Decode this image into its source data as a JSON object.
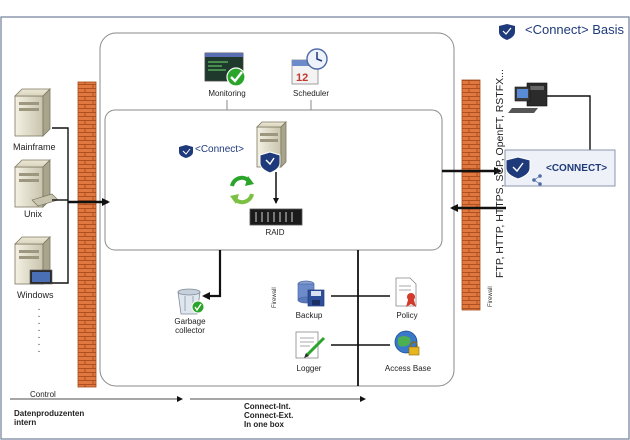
{
  "brand": {
    "text": "<Connect> Basis"
  },
  "inner_brand": {
    "text": "<Connect>"
  },
  "remote_brand": {
    "text": "<CONNECT>"
  },
  "sources": [
    "Mainframe",
    "Unix",
    "Windows"
  ],
  "modules": {
    "monitoring": "Monitoring",
    "scheduler": "Scheduler",
    "raid": "RAID",
    "garbage": [
      "Garbage",
      "collector"
    ],
    "backup": "Backup",
    "policy": "Policy",
    "logger": "Logger",
    "access_base": "Access Base"
  },
  "firewall_label": "Firewall",
  "protocols": "FTP, HTTP, HTTPS, SCP, OpenFT, RSTFX...",
  "bottom": {
    "control": "Control",
    "producers": [
      "Datenproduzenten",
      "intern"
    ],
    "box": [
      "Connect-Int.",
      "Connect-Ext.",
      "In one box"
    ]
  },
  "colors": {
    "accent": "#1f3a7a",
    "brick": "#e07840",
    "brick_dark": "#b04f1f",
    "frame": "#6f7f99",
    "check": "#2aa52a"
  },
  "icons": [
    "server-icon",
    "firewall-icon",
    "monitoring-icon",
    "scheduler-icon",
    "shield-icon",
    "refresh-icon",
    "raid-icon",
    "garbage-icon",
    "backup-icon",
    "policy-icon",
    "logger-icon",
    "access-base-icon",
    "computer-icon"
  ]
}
